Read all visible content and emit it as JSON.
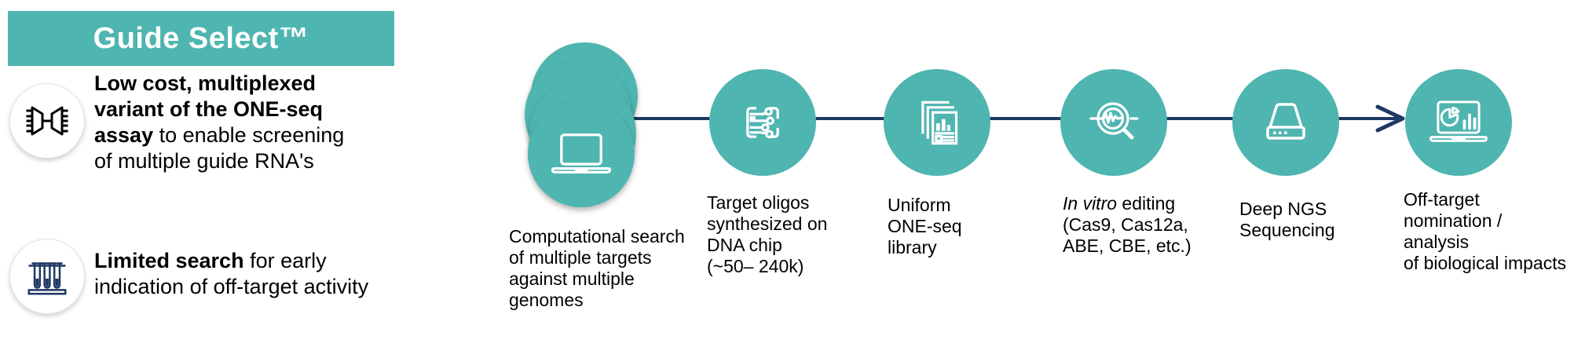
{
  "colors": {
    "teal": "#4FB5B0",
    "navy": "#1F3864",
    "text": "#000000",
    "banner_text": "#FFFFFF",
    "icon_white": "#FFFFFF"
  },
  "banner": {
    "title": "Guide Select™"
  },
  "features": [
    {
      "icon": "dna-multiplex-icon",
      "lines": [
        [
          {
            "t": "Low cost, multiplexed",
            "b": true
          }
        ],
        [
          {
            "t": "variant of the ONE-seq",
            "b": true
          }
        ],
        [
          {
            "t": "assay",
            "b": true
          },
          {
            "t": " to enable screening"
          }
        ],
        [
          {
            "t": "of multiple guide RNA's"
          }
        ]
      ]
    },
    {
      "icon": "test-tubes-icon",
      "lines": [
        [
          {
            "t": "Limited search",
            "b": true
          },
          {
            "t": " for early"
          }
        ],
        [
          {
            "t": "indication of off-target activity"
          }
        ]
      ]
    }
  ],
  "flow": {
    "stages": [
      {
        "icon": "laptop-icon",
        "caption_lines": [
          [
            {
              "t": "Computational search"
            }
          ],
          [
            {
              "t": "of multiple targets"
            }
          ],
          [
            {
              "t": "against multiple"
            }
          ],
          [
            {
              "t": "genomes"
            }
          ]
        ]
      },
      {
        "icon": "dna-chip-icon",
        "caption_lines": [
          [
            {
              "t": "Target oligos"
            }
          ],
          [
            {
              "t": "synthesized on"
            }
          ],
          [
            {
              "t": "DNA chip"
            }
          ],
          [
            {
              "t": "(~50– 240k)"
            }
          ]
        ]
      },
      {
        "icon": "documents-chart-icon",
        "caption_lines": [
          [
            {
              "t": "Uniform"
            }
          ],
          [
            {
              "t": "ONE-seq"
            }
          ],
          [
            {
              "t": "library"
            }
          ]
        ]
      },
      {
        "icon": "magnifier-wave-icon",
        "caption_lines": [
          [
            {
              "t": "In vitro",
              "i": true
            },
            {
              "t": " editing"
            }
          ],
          [
            {
              "t": "(Cas9, Cas12a,"
            }
          ],
          [
            {
              "t": "ABE, CBE, etc.)"
            }
          ]
        ]
      },
      {
        "icon": "hard-drive-icon",
        "caption_lines": [
          [
            {
              "t": "Deep NGS"
            }
          ],
          [
            {
              "t": "Sequencing"
            }
          ]
        ]
      },
      {
        "icon": "laptop-charts-icon",
        "caption_lines": [
          [
            {
              "t": "Off-target"
            }
          ],
          [
            {
              "t": "nomination /"
            }
          ],
          [
            {
              "t": "analysis"
            }
          ],
          [
            {
              "t": "of biological impacts"
            }
          ]
        ]
      }
    ]
  }
}
